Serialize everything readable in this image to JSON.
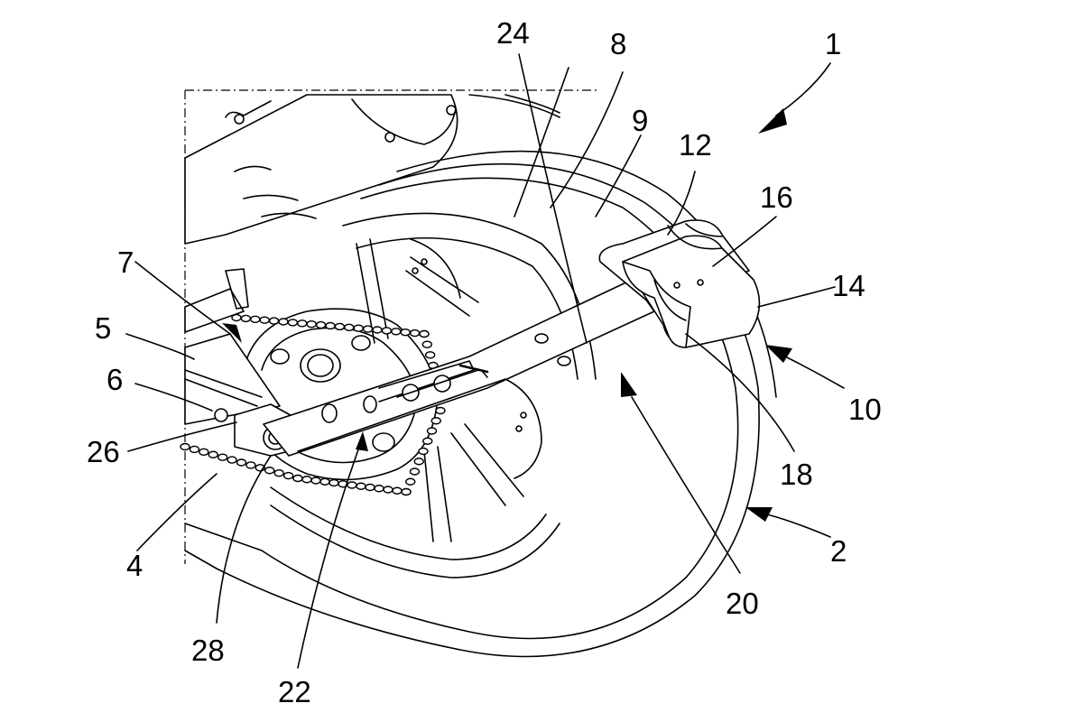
{
  "figure": {
    "labels": [
      {
        "id": "ref-1",
        "text": "1"
      },
      {
        "id": "ref-2",
        "text": "2"
      },
      {
        "id": "ref-4",
        "text": "4"
      },
      {
        "id": "ref-5",
        "text": "5"
      },
      {
        "id": "ref-6",
        "text": "6"
      },
      {
        "id": "ref-7",
        "text": "7"
      },
      {
        "id": "ref-8",
        "text": "8"
      },
      {
        "id": "ref-9",
        "text": "9"
      },
      {
        "id": "ref-10",
        "text": "10"
      },
      {
        "id": "ref-12",
        "text": "12"
      },
      {
        "id": "ref-14",
        "text": "14"
      },
      {
        "id": "ref-16",
        "text": "16"
      },
      {
        "id": "ref-18",
        "text": "18"
      },
      {
        "id": "ref-20",
        "text": "20"
      },
      {
        "id": "ref-22",
        "text": "22"
      },
      {
        "id": "ref-24",
        "text": "24"
      },
      {
        "id": "ref-26",
        "text": "26"
      },
      {
        "id": "ref-28",
        "text": "28"
      }
    ]
  }
}
